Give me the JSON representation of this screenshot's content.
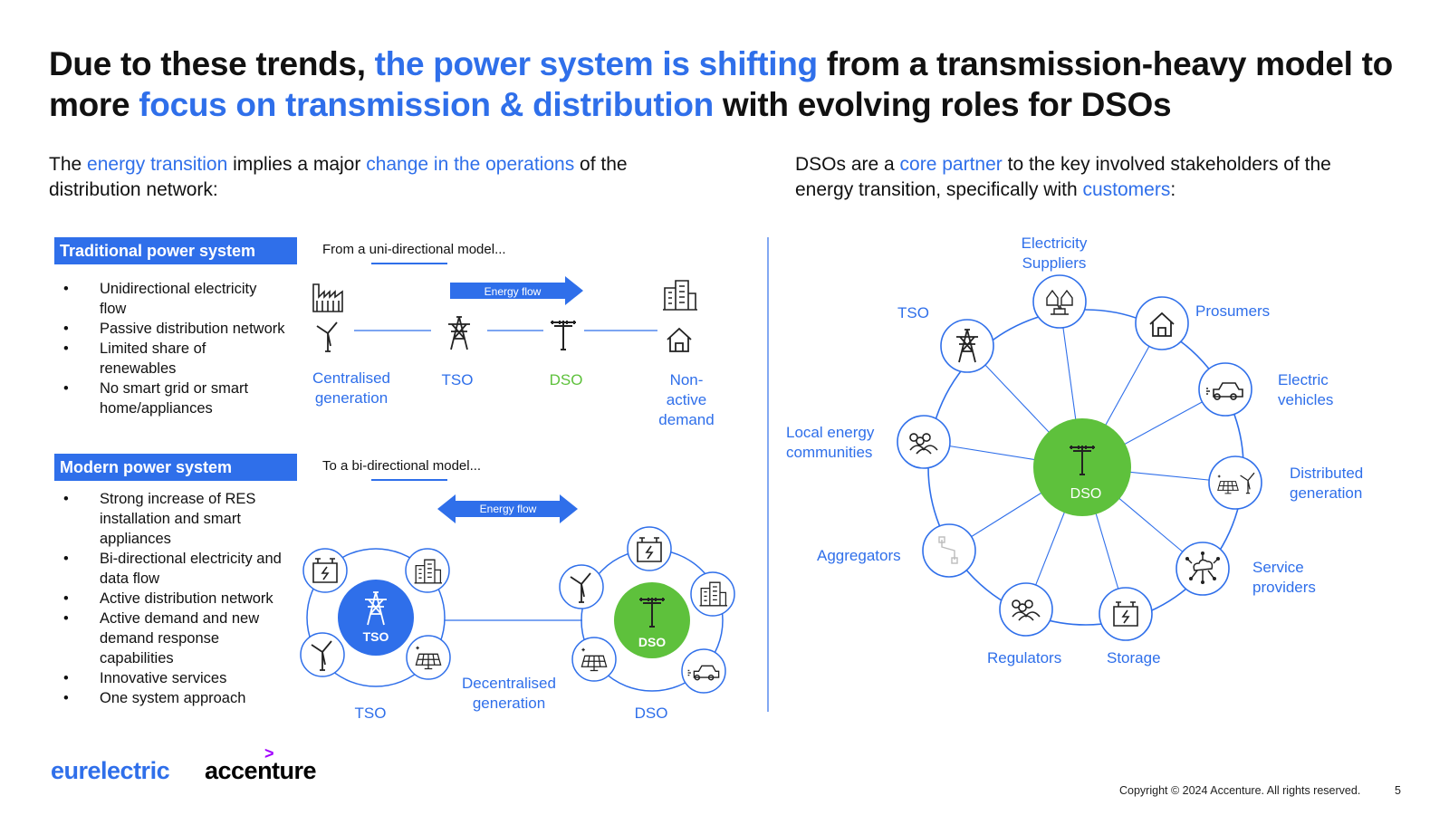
{
  "title": {
    "part1": "Due to these trends, ",
    "part2": "the power system is shifting",
    "part3": " from a transmission-heavy model to more ",
    "part4": "focus on transmission & distribution",
    "part5": " with evolving roles for DSOs"
  },
  "left_intro": {
    "part1": "The ",
    "part2": "energy transition",
    "part3": " implies a major ",
    "part4": "change in the operations",
    "part5": " of the distribution network:"
  },
  "right_intro": {
    "part1": "DSOs are a ",
    "part2": "core partner",
    "part3": " to the key involved stakeholders of the energy transition, specifically with ",
    "part4": "customers",
    "part5": ":"
  },
  "traditional": {
    "heading": "Traditional power system",
    "bullets": [
      "Unidirectional electricity flow",
      "Passive distribution network",
      "Limited share of renewables",
      "No smart grid or smart home/appliances"
    ],
    "caption": "From a uni-directional model...",
    "flow_label": "Energy flow",
    "nodes": [
      "Centralised generation",
      "TSO",
      "DSO",
      "Non-active demand"
    ]
  },
  "modern": {
    "heading": "Modern power system",
    "bullets": [
      "Strong increase of RES installation and smart appliances",
      "Bi-directional electricity and data flow",
      "Active distribution network",
      "Active demand and new demand response capabilities",
      "Innovative services",
      "One system approach"
    ],
    "caption": "To a bi-directional model...",
    "flow_label": "Energy flow",
    "tso_center": "TSO",
    "dso_center": "DSO",
    "tso_label": "TSO",
    "dso_label": "DSO",
    "link_label": "Decentralised generation"
  },
  "stakeholders": {
    "center": "DSO",
    "items": [
      {
        "label": "Electricity Suppliers",
        "icon": "electricity-suppliers-icon"
      },
      {
        "label": "Prosumers",
        "icon": "house-icon"
      },
      {
        "label": "Electric vehicles",
        "icon": "car-icon"
      },
      {
        "label": "Distributed generation",
        "icon": "solar-wind-icon"
      },
      {
        "label": "Service providers",
        "icon": "cloud-network-icon"
      },
      {
        "label": "Storage",
        "icon": "battery-icon"
      },
      {
        "label": "Regulators",
        "icon": "people-icon"
      },
      {
        "label": "Aggregators",
        "icon": "network-nodes-icon"
      },
      {
        "label": "Local energy communities",
        "icon": "community-icon"
      },
      {
        "label": "TSO",
        "icon": "pylon-icon"
      }
    ]
  },
  "colors": {
    "accent": "#2f6fea",
    "green": "#5ec13c"
  },
  "footer": {
    "logo1": "eurelectric",
    "logo2": "accenture",
    "copyright": "Copyright © 2024 Accenture. All rights reserved.",
    "page": "5"
  }
}
